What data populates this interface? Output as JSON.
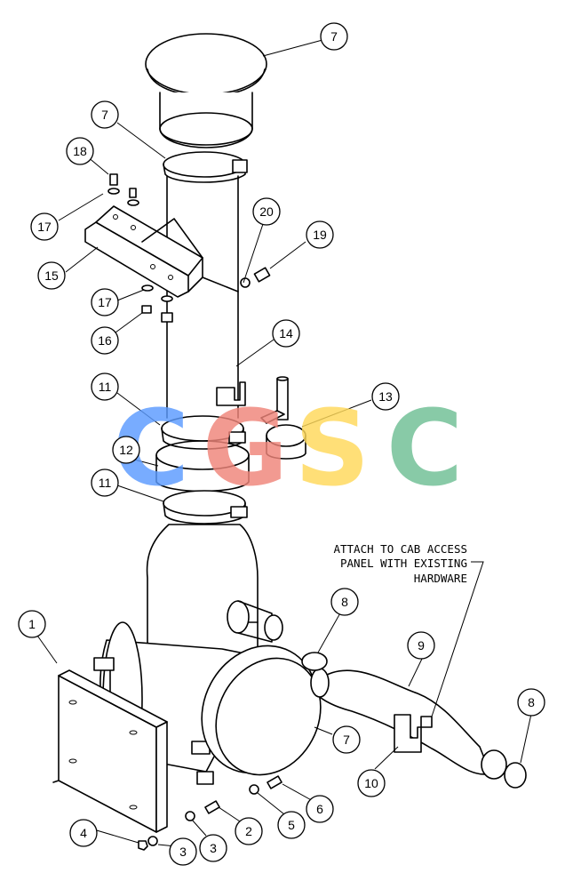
{
  "callouts": [
    {
      "label": "1"
    },
    {
      "label": "2"
    },
    {
      "label": "3"
    },
    {
      "label": "3"
    },
    {
      "label": "4"
    },
    {
      "label": "5"
    },
    {
      "label": "6"
    },
    {
      "label": "7"
    },
    {
      "label": "7"
    },
    {
      "label": "7"
    },
    {
      "label": "8"
    },
    {
      "label": "8"
    },
    {
      "label": "9"
    },
    {
      "label": "10"
    },
    {
      "label": "11"
    },
    {
      "label": "11"
    },
    {
      "label": "12"
    },
    {
      "label": "13"
    },
    {
      "label": "14"
    },
    {
      "label": "15"
    },
    {
      "label": "16"
    },
    {
      "label": "17"
    },
    {
      "label": "17"
    },
    {
      "label": "18"
    },
    {
      "label": "19"
    },
    {
      "label": "20"
    }
  ],
  "note": {
    "line1": "ATTACH TO CAB ACCESS",
    "line2": "PANEL WITH EXISTING",
    "line3": "HARDWARE"
  },
  "watermark": {
    "letters": [
      "C",
      "G",
      "S",
      "C"
    ],
    "colors": [
      "#5b9bff",
      "#f0857a",
      "#ffd95a",
      "#6fbf94"
    ]
  }
}
